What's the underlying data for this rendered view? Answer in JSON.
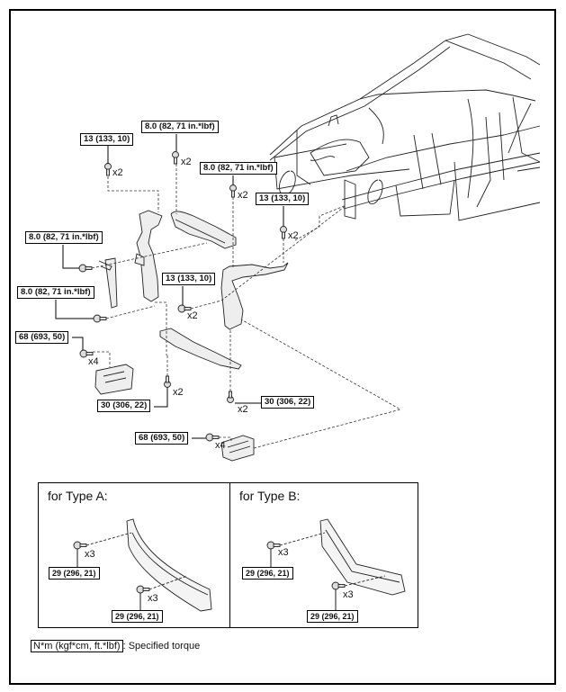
{
  "diagram": {
    "type": "exploded-parts-torque-diagram",
    "torque_labels": {
      "t13_top_left": "13 (133, 10)",
      "t8_top_center": "8.0 (82, 71 in.*lbf)",
      "t8_mid_center": "8.0 (82, 71 in.*lbf)",
      "t13_right": "13 (133, 10)",
      "t8_left_upper": "8.0 (82, 71 in.*lbf)",
      "t13_center": "13 (133, 10)",
      "t8_left_lower": "8.0 (82, 71 in.*lbf)",
      "t68_left": "68 (693, 50)",
      "t30_left": "30 (306, 22)",
      "t30_right": "30 (306, 22)",
      "t68_bottom": "68 (693, 50)"
    },
    "quantities": {
      "q_top_left": "x2",
      "q_top_center": "x2",
      "q_mid_center": "x2",
      "q_right": "x2",
      "q_center": "x2",
      "q_68_left": "x4",
      "q_30_left": "x2",
      "q_30_right": "x2",
      "q_68_bottom": "x4"
    },
    "panels": [
      {
        "title": "for Type A:",
        "labels": [
          "29 (296, 21)",
          "29 (296, 21)"
        ],
        "quantities": [
          "x3",
          "x3"
        ]
      },
      {
        "title": "for Type B:",
        "labels": [
          "29 (296, 21)",
          "29 (296, 21)"
        ],
        "quantities": [
          "x3",
          "x3"
        ]
      }
    ],
    "legend": {
      "unit_box": "N*m (kgf*cm, ft.*lbf)",
      "description": ": Specified torque"
    }
  }
}
